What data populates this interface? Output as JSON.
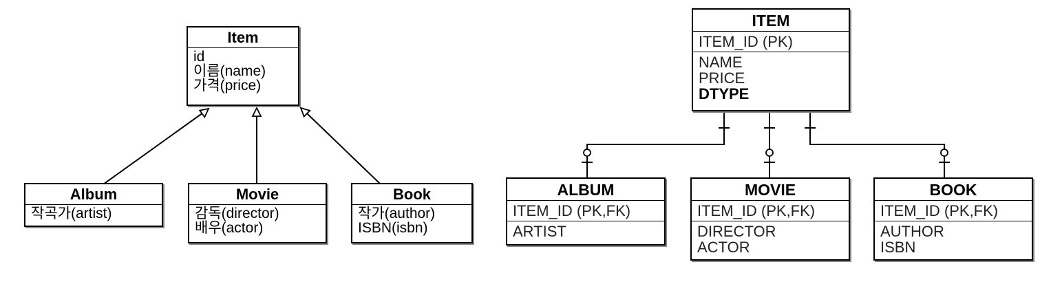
{
  "class_diagram": {
    "parent": {
      "name": "Item",
      "fields": [
        "id",
        "이름(name)",
        "가격(price)"
      ]
    },
    "children": [
      {
        "name": "Album",
        "fields": [
          "작곡가(artist)"
        ]
      },
      {
        "name": "Movie",
        "fields": [
          "감독(director)",
          "배우(actor)"
        ]
      },
      {
        "name": "Book",
        "fields": [
          "작가(author)",
          "ISBN(isbn)"
        ]
      }
    ]
  },
  "erd": {
    "parent": {
      "name": "ITEM",
      "key": "ITEM_ID (PK)",
      "columns": [
        "NAME",
        "PRICE"
      ],
      "discriminator": "DTYPE"
    },
    "children": [
      {
        "name": "ALBUM",
        "key": "ITEM_ID (PK,FK)",
        "columns": [
          "ARTIST"
        ]
      },
      {
        "name": "MOVIE",
        "key": "ITEM_ID (PK,FK)",
        "columns": [
          "DIRECTOR",
          "ACTOR"
        ]
      },
      {
        "name": "BOOK",
        "key": "ITEM_ID (PK,FK)",
        "columns": [
          "AUTHOR",
          "ISBN"
        ]
      }
    ]
  }
}
